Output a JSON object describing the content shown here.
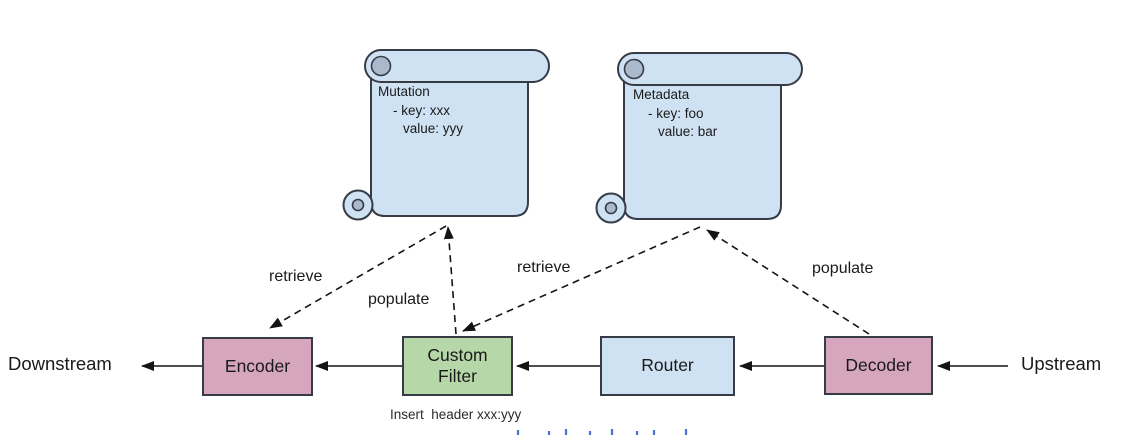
{
  "flow": {
    "downstream_label": "Downstream",
    "upstream_label": "Upstream",
    "note_under_custom_filter": "Insert  header xxx:yyy",
    "boxes": [
      {
        "label": "Encoder",
        "fill": "#d5a6bd"
      },
      {
        "label_line1": "Custom",
        "label_line2": "Filter",
        "fill": "#b6d7a8"
      },
      {
        "label": "Router",
        "fill": "#cfe2f3"
      },
      {
        "label": "Decoder",
        "fill": "#d5a6bd"
      }
    ]
  },
  "scrolls": [
    {
      "lines": [
        "Mutation",
        "- key: xxx",
        "value: yyy"
      ],
      "fill": "#cfe2f3"
    },
    {
      "lines": [
        "Metadata",
        "- key: foo",
        "value: bar"
      ],
      "fill": "#cfe2f3"
    }
  ],
  "edge_labels": [
    {
      "label": "retrieve",
      "from": "Mutation scroll",
      "to": "Encoder"
    },
    {
      "label": "populate",
      "from": "Custom Filter",
      "to": "Mutation scroll"
    },
    {
      "label": "retrieve",
      "from": "Metadata scroll",
      "to": "Custom Filter"
    },
    {
      "label": "populate",
      "from": "Decoder",
      "to": "Metadata scroll"
    }
  ],
  "colors": {
    "box_pink": "#d5a6bd",
    "box_green": "#b6d7a8",
    "box_blue": "#cfe2f3",
    "scroll_blue": "#cfe2f3",
    "scroll_shade": "#aab9cd",
    "border": "#363b46",
    "arrow": "#141414",
    "clipped_link_fragment": "#4a73d1"
  }
}
